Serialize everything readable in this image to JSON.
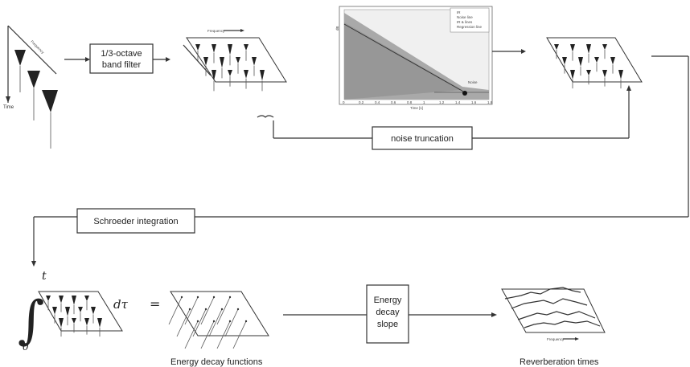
{
  "labels": {
    "time": "Time",
    "frequency_axis": "Frequency",
    "band_filter": [
      "1/3-octave",
      "band filter"
    ],
    "noise_truncation": "noise truncation",
    "schroeder_integration": "Schroeder integration",
    "energy_decay_slope": [
      "Energy",
      "decay",
      "slope"
    ],
    "energy_decay_functions": "Energy decay functions",
    "reverberation_times": "Reverberation times",
    "integral_upper": "t",
    "integral_lower": "0",
    "d_tau": "dτ",
    "equals": "=",
    "plot_legend": [
      "IR",
      "Noise line",
      "IR & lines",
      "Regression line"
    ],
    "plot_noise_label": "Noise",
    "plot_ylabel": "dB",
    "plot_xlabel": "Time [s]",
    "plot_xticks": [
      "0",
      "0.2",
      "0.4",
      "0.6",
      "0.8",
      "1",
      "1.2",
      "1.4",
      "1.6",
      "1.8"
    ]
  },
  "colors": {
    "stroke": "#333333",
    "plot_fill": "#a9a9a9",
    "plot_background": "#f0f0f0",
    "text": "#222222"
  }
}
